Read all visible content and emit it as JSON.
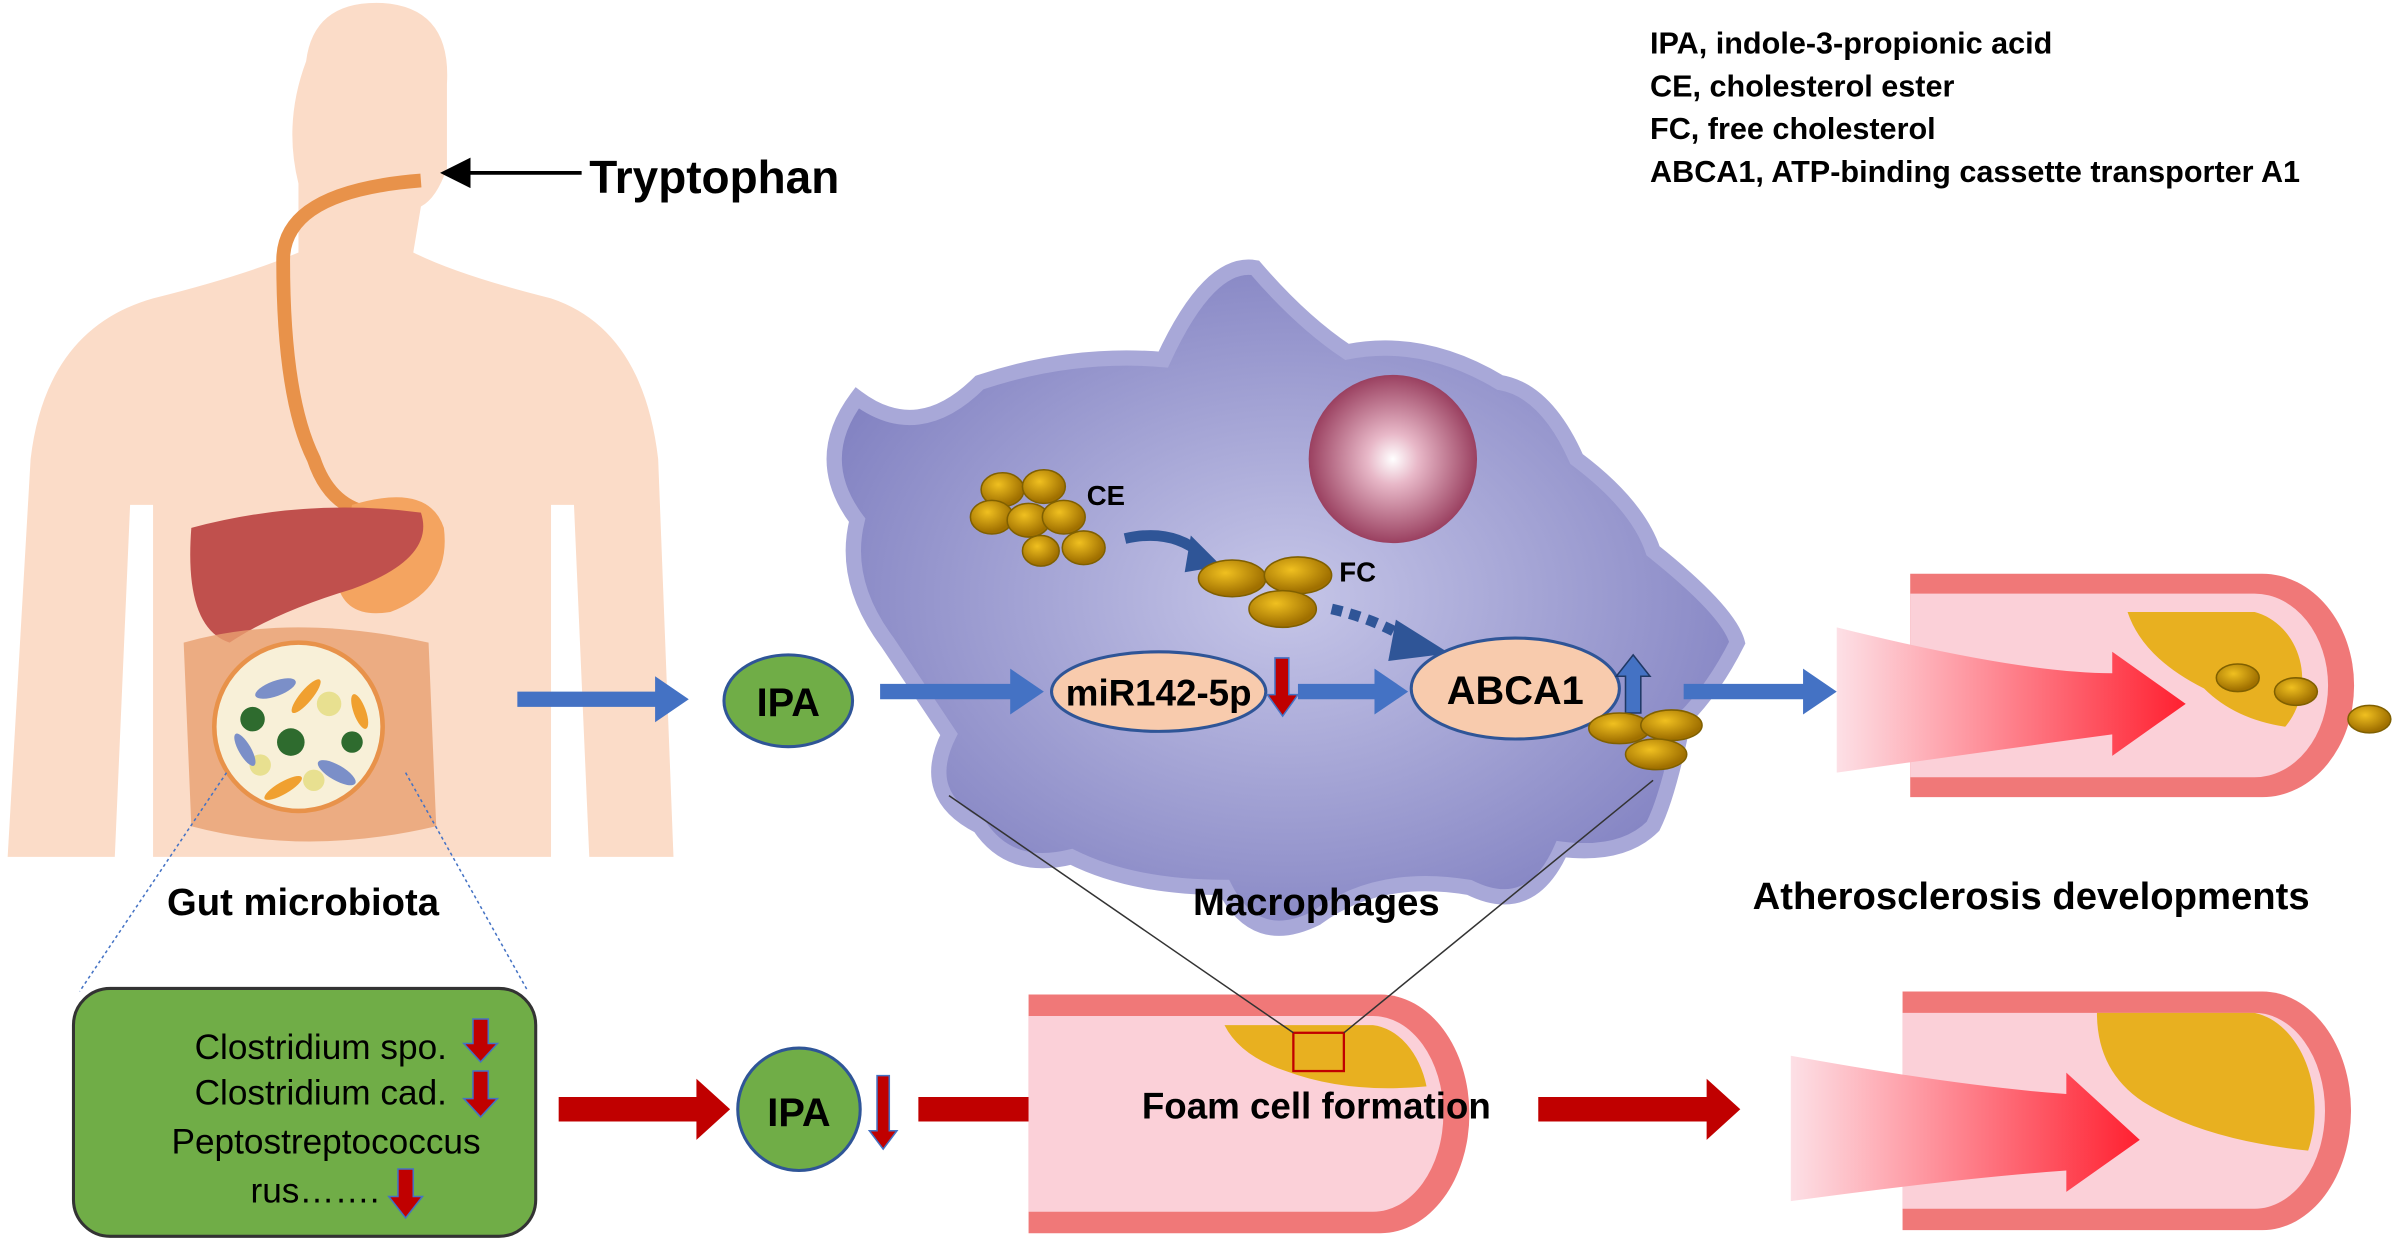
{
  "legend": {
    "lines": [
      "IPA, indole-3-propionic acid",
      "CE, cholesterol ester",
      "FC, free cholesterol",
      "ABCA1, ATP-binding cassette transporter A1"
    ]
  },
  "labels": {
    "tryptophan": "Tryptophan",
    "gut_microbiota": "Gut microbiota",
    "ipa_top": "IPA",
    "ipa_bottom": "IPA",
    "ce": "CE",
    "fc": "FC",
    "mir": "miR142-5p",
    "abca1": "ABCA1",
    "macrophages": "Macrophages",
    "atherosclerosis": "Atherosclerosis developments",
    "foam_cell": "Foam cell formation"
  },
  "bacteria": [
    "Clostridium spo.",
    "Clostridium cad.",
    "Peptostreptococcus",
    "rus……."
  ],
  "colors": {
    "blue_arrow": "#4472c4",
    "red_arrow": "#c00000",
    "green": "#70ad47",
    "macrophage": "#8f8fcc",
    "skin": "#fbdcc8",
    "vessel": "#f08080"
  }
}
